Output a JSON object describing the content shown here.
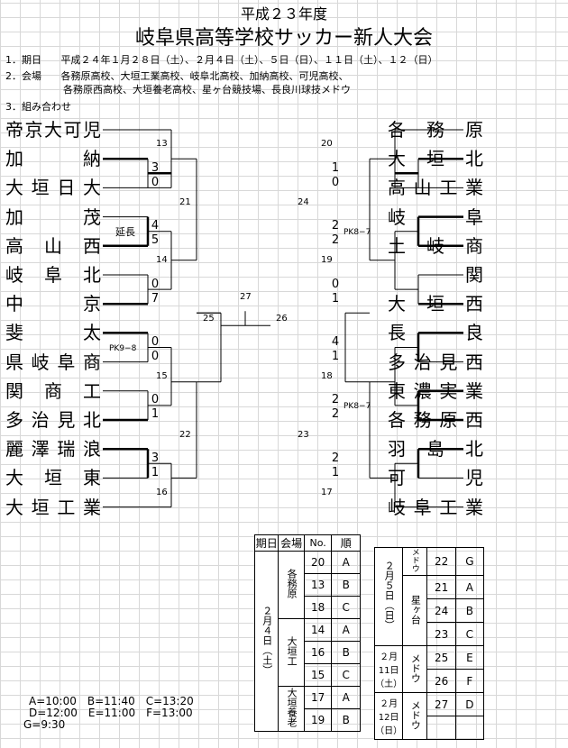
{
  "header": {
    "year": "平成２３年度",
    "title": "岐阜県高等学校サッカー新人大会"
  },
  "info": {
    "dates_label": "1．期日",
    "dates": "平成２４年１月２８日（土）、２月４日（土）、５日（日）、１１日（土）、１２（日）",
    "venues_label": "2．会場",
    "venues_1": "各務原高校、大垣工業高校、岐阜北高校、加納高校、可児高校、",
    "venues_2": "各務原西高校、大垣養老高校、星ヶ台競技場、長良川球技メドウ",
    "pairing_label": "3．組み合わせ"
  },
  "left_teams": [
    "帝京大可児",
    "加納",
    "大垣日大",
    "加茂",
    "高山西",
    "岐阜北",
    "中京",
    "斐太",
    "県岐阜商",
    "関商工",
    "多治見北",
    "麗澤瑞浪",
    "大垣東",
    "大垣工業"
  ],
  "right_teams": [
    "各務原",
    "大垣北",
    "高山工業",
    "岐阜",
    "土岐商",
    "関",
    "大垣西",
    "長良",
    "多治見西",
    "東濃実業",
    "各務原西",
    "羽島北",
    "可児",
    "岐阜工業"
  ],
  "left_scores": {
    "m1": [
      "3",
      "0"
    ],
    "m2": [
      "4",
      "5"
    ],
    "m3": [
      "0",
      "7"
    ],
    "m4": [
      "0",
      "0"
    ],
    "m5": [
      "0",
      "1"
    ],
    "m6": [
      "3",
      "1"
    ]
  },
  "right_scores": {
    "m1": [
      "1",
      "0"
    ],
    "m2": [
      "2",
      "2"
    ],
    "m3": [
      "0",
      "1"
    ],
    "m4": [
      "4",
      "1"
    ],
    "m5": [
      "2",
      "2"
    ],
    "m6": [
      "2",
      "1"
    ]
  },
  "match_numbers": {
    "l13": "13",
    "l14": "14",
    "l15": "15",
    "l16": "16",
    "l21": "21",
    "l22": "22",
    "l25": "25",
    "c27": "27",
    "r20": "20",
    "r19": "19",
    "r18": "18",
    "r17": "17",
    "r24": "24",
    "r23": "23",
    "r26": "26"
  },
  "notes": {
    "enchou": "延長",
    "pk_l": "PK9−8",
    "pk_r1": "PK8−7",
    "pk_r2": "PK8−7"
  },
  "schedule1": {
    "headers": [
      "期日",
      "会場",
      "No.",
      "順"
    ],
    "date": "２月４日（土）",
    "venue_a": "各務原",
    "venue_b": "大垣工",
    "venue_c": "大垣養老",
    "rows": [
      [
        "20",
        "A"
      ],
      [
        "13",
        "B"
      ],
      [
        "18",
        "C"
      ],
      [
        "14",
        "A"
      ],
      [
        "16",
        "B"
      ],
      [
        "15",
        "C"
      ],
      [
        "17",
        "A"
      ],
      [
        "19",
        "B"
      ]
    ]
  },
  "schedule2": {
    "date_a": "２月５日（日）",
    "venue_a1": "メドウ",
    "venue_a2": "星ヶ台",
    "date_b": "２月11日（土）",
    "venue_b": "メドウ",
    "date_c": "２月12日（日）",
    "venue_c": "メドウ",
    "rows": [
      [
        "22",
        "G"
      ],
      [
        "21",
        "A"
      ],
      [
        "24",
        "B"
      ],
      [
        "23",
        "C"
      ],
      [
        "25",
        "E"
      ],
      [
        "26",
        "F"
      ],
      [
        "27",
        "D"
      ],
      [
        "",
        ""
      ]
    ]
  },
  "times": {
    "line1": "A=10:00　B=11:40　C=13:20",
    "line2": "D=12:00　E=11:00　F=13:00",
    "line3": "G=9:30"
  }
}
